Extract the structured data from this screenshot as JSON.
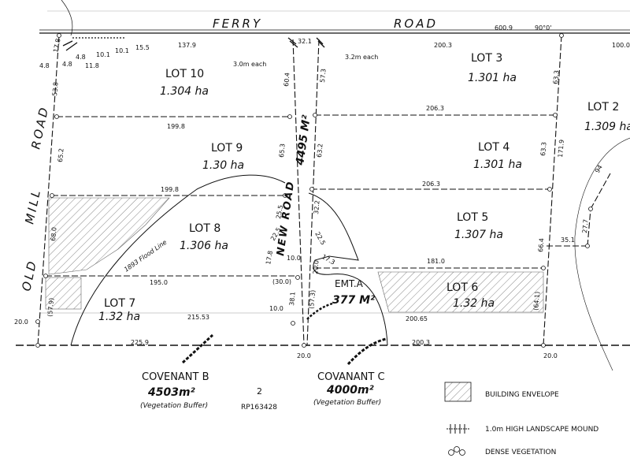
{
  "roads": {
    "ferry": "FERRY",
    "road_top": "ROAD",
    "road_left": "ROAD",
    "mill": "MILL",
    "old": "OLD",
    "new_road": "NEW ROAD",
    "new_road_area": "4495 M²"
  },
  "lots": {
    "lot10": {
      "name": "LOT 10",
      "area": "1.304 ha"
    },
    "lot9": {
      "name": "LOT 9",
      "area": "1.30 ha"
    },
    "lot8": {
      "name": "LOT 8",
      "area": "1.306 ha"
    },
    "lot7": {
      "name": "LOT 7",
      "area": "1.32 ha"
    },
    "lot3": {
      "name": "LOT 3",
      "area": "1.301 ha"
    },
    "lot4": {
      "name": "LOT 4",
      "area": "1.301 ha"
    },
    "lot5": {
      "name": "LOT 5",
      "area": "1.307 ha"
    },
    "lot6": {
      "name": "LOT 6",
      "area": "1.32 ha"
    },
    "lot2": {
      "name": "LOT 2",
      "area": "1.309 ha"
    }
  },
  "emt": {
    "label": "EMT.A",
    "area": "377 M²"
  },
  "covenants": {
    "b": {
      "name": "COVENANT B",
      "area": "4503m²",
      "note": "(Vegetation Buffer)"
    },
    "c": {
      "name": "COVANANT C",
      "area": "4000m²",
      "note": "(Vegetation Buffer)"
    }
  },
  "parent": {
    "lot": "2",
    "plan": "RP163428"
  },
  "flood_line": "1893 Flood Line",
  "legend": {
    "building_envelope": "BUILDING ENVELOPE",
    "mound": "1.0m HIGH LANDSCAPE MOUND",
    "vegetation": "DENSE VEGETATION"
  },
  "dims": {
    "d600_9": "600.9",
    "d90": "90°0'",
    "d137_9": "137.9",
    "d32_1": "32.1",
    "d200_3_top": "200.3",
    "d100_0": "100.0",
    "d3m_left": "3.0m each",
    "d3m_right": "3.2m each",
    "d15_5": "15.5",
    "d10_1a": "10.1",
    "d10_1b": "10.1",
    "d4_8a": "4.8",
    "d4_8b": "4.8",
    "d4_8c": "4.8",
    "d11_8": "11.8",
    "d17_8": "17.8",
    "d53_8": "53.8",
    "d60_4": "60.4",
    "d57_3": "57.3",
    "d63_3": "63.3",
    "d199_8a": "199.8",
    "d206_3a": "206.3",
    "d65_2": "65.2",
    "d65_3": "65.3",
    "d63_2": "63.2",
    "d63_3b": "63.3",
    "d171_9": "171.9",
    "d199_8b": "199.8",
    "d206_3b": "206.3",
    "d68_0": "68.0",
    "d25_5": "25.5",
    "d32_2": "32.2",
    "d22_5a": "22.5",
    "d22_5b": "22.5",
    "d21_0": "21.0",
    "d10_0a": "10.0",
    "d10_0b": "10.0",
    "d17_3": "17.3",
    "d181_0": "181.0",
    "d66_4": "66.4",
    "d35_1": "35.1",
    "d27_7": "27.7",
    "d195_0": "195.0",
    "d30_0": "(30.0)",
    "d57_9": "(57.9)",
    "d38_1": "38.1",
    "d57_3p": "(57.3)",
    "d64_1": "(64.1)",
    "d20_0a": "20.0",
    "d215_53": "215.53",
    "d200_65": "200.65",
    "d225_9": "225.9",
    "d20_0b": "20.0",
    "d200_3_bot": "200.3",
    "d20_0c": "20.0",
    "d94": "94"
  }
}
